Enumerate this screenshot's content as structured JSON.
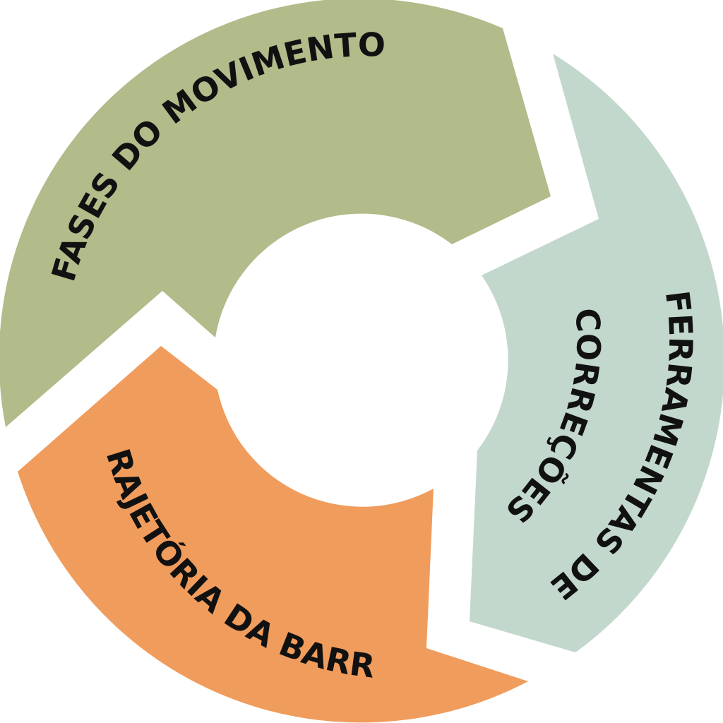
{
  "diagram": {
    "segments": [
      {
        "id": "fases",
        "label": "FASES DO MOVIMENTO",
        "color": "#b2bb8a"
      },
      {
        "id": "ferramentas",
        "label_line1": "FERRAMENTAS DE",
        "label_line2": "CORREÇÕES",
        "color": "#c3d8cd"
      },
      {
        "id": "trajetoria",
        "label": "TRAJETÓRIA DA BARRA",
        "color": "#f09c5c"
      }
    ]
  }
}
